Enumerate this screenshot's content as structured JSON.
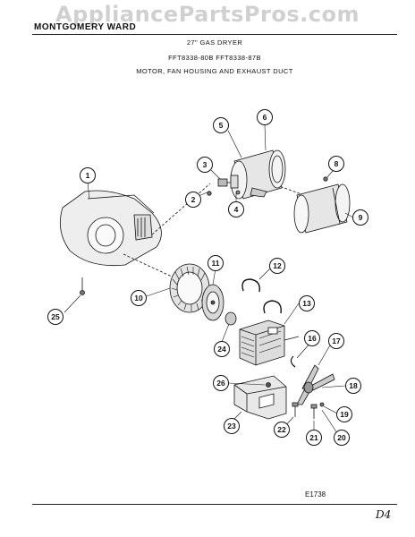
{
  "watermark": "AppliancePartsPros.com",
  "header": {
    "brand": "MONTGOMERY WARD",
    "product": "27\" GAS DRYER",
    "models": "FFT8338-80B  FFT8338-87B",
    "section": "MOTOR, FAN HOUSING AND EXHAUST DUCT"
  },
  "callouts": [
    "1",
    "2",
    "3",
    "4",
    "5",
    "6",
    "8",
    "9",
    "10",
    "11",
    "12",
    "13",
    "16",
    "17",
    "18",
    "19",
    "20",
    "21",
    "22",
    "23",
    "24",
    "25",
    "26"
  ],
  "footer": {
    "drawing_code": "E1738",
    "signature": "D4"
  }
}
